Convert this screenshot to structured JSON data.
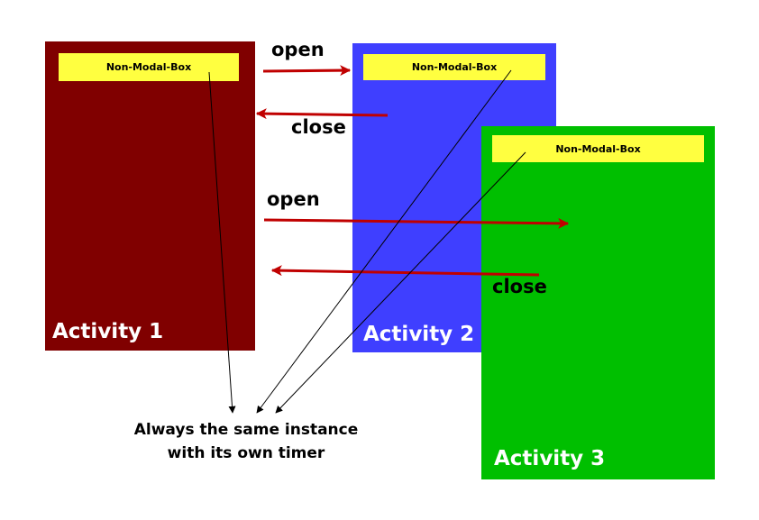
{
  "activities": [
    {
      "label": "Activity 1",
      "color": "#800000",
      "box_label": "Non-Modal-Box"
    },
    {
      "label": "Activity 2",
      "color": "#3f3fff",
      "box_label": "Non-Modal-Box"
    },
    {
      "label": "Activity 3",
      "color": "#00bf00",
      "box_label": "Non-Modal-Box"
    }
  ],
  "box_color": "#ffff40",
  "arrows": {
    "color": "#c00000",
    "open_label_1": "open",
    "close_label_1": "close",
    "open_label_2": "open",
    "close_label_2": "close"
  },
  "note": {
    "line1": "Always the same instance",
    "line2": "with its own timer"
  }
}
